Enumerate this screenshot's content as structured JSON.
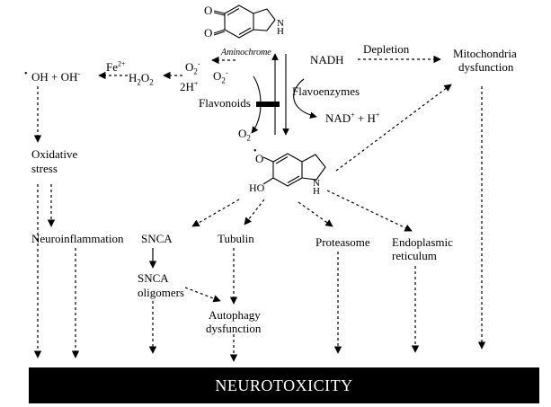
{
  "molecules": {
    "aminochrome": {
      "name": "Aminochrome",
      "nh": "N\nH",
      "o1": "O",
      "o2": "O"
    },
    "radical": {
      "oh": "HO",
      "o": "O",
      "nh": "N\nH",
      "dot": "•"
    }
  },
  "labels": {
    "oh_radical_dot": "•",
    "oh_radical": "OH + OH",
    "oh_minus": "-",
    "fe": "Fe",
    "fe_charge": "2+",
    "h2o2": "H",
    "h2o2_sub1": "2",
    "h2o2_mid": "O",
    "h2o2_sub2": "2",
    "o2minus_left": "O",
    "o2minus_left_sub": "2",
    "o2minus_left_sup": "-",
    "twoH": "2H",
    "twoH_sup": "+",
    "o2minus_right": "O",
    "o2minus_right_sub": "2",
    "o2minus_right_sup": "-",
    "flavonoids": "Flavonoids",
    "o2": "O",
    "o2_sub": "2",
    "nadh": "NADH",
    "flavoenzymes": "Flavoenzymes",
    "nad": "NAD",
    "nad_sup": "+",
    "nad_rest": " + H",
    "nad_rest_sup": "+",
    "depletion": "Depletion",
    "mito1": "Mitochondria",
    "mito2": "dysfunction",
    "oxid1": "Oxidative",
    "oxid2": "stress",
    "neuroinflammation": "Neuroinflammation",
    "snca": "SNCA",
    "tubulin": "Tubulin",
    "proteasome": "Proteasome",
    "er1": "Endoplasmic",
    "er2": "reticulum",
    "snca_olig1": "SNCA",
    "snca_olig2": "oligomers",
    "autophagy1": "Autophagy",
    "autophagy2": "dysfunction"
  },
  "banner": {
    "text": "NEUROTOXICITY",
    "color": "#000000"
  }
}
